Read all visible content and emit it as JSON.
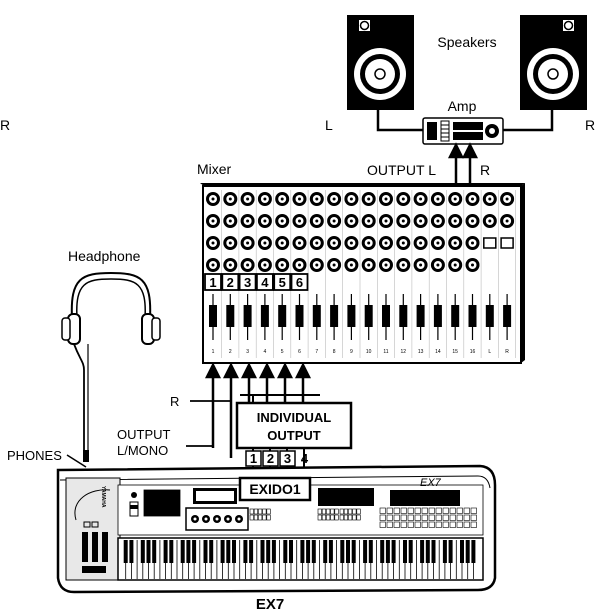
{
  "labels": {
    "speakers": "Speakers",
    "amp": "Amp",
    "left": "L",
    "right": "R",
    "edge_r": "R",
    "mixer": "Mixer",
    "output_l": "OUTPUT L",
    "output_r": "R",
    "headphone": "Headphone",
    "phones": "PHONES",
    "cable_r": "R",
    "output_lmono_1": "OUTPUT",
    "output_lmono_2": "L/MONO",
    "individual_output_1": "INDIVIDUAL",
    "individual_output_2": "OUTPUT",
    "exido1": "EXIDO1",
    "ex7": "EX7",
    "brand": "YAMAHA",
    "model_badge": "EX7"
  },
  "mixer": {
    "channel_numbers": [
      "1",
      "2",
      "3",
      "4",
      "5",
      "6"
    ],
    "strip_labels": [
      "1",
      "2",
      "3",
      "4",
      "5",
      "6",
      "7",
      "8",
      "9",
      "10",
      "11",
      "12",
      "13",
      "14",
      "15",
      "16",
      "L",
      "R"
    ]
  },
  "individual_outputs": [
    "1",
    "2",
    "3",
    "4"
  ],
  "colors": {
    "ink": "#000000",
    "paper": "#ffffff",
    "grey": "#bbbbbb"
  }
}
